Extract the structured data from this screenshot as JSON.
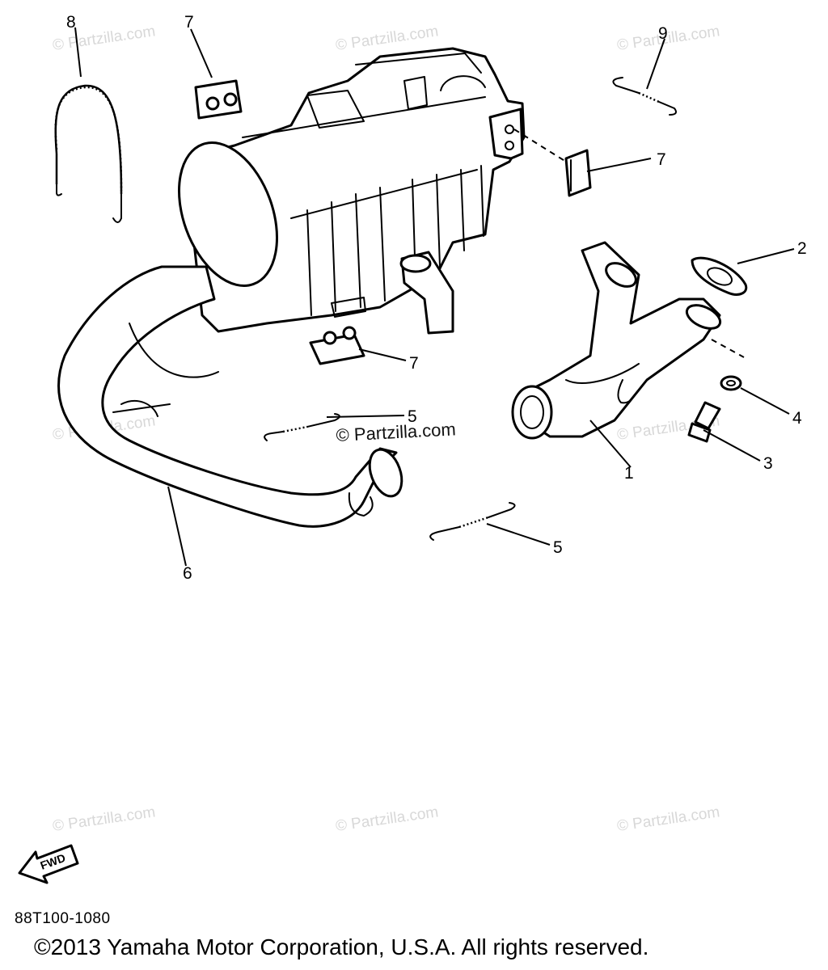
{
  "diagram": {
    "callouts": [
      {
        "id": "c1",
        "label": "1"
      },
      {
        "id": "c2",
        "label": "2"
      },
      {
        "id": "c3",
        "label": "3"
      },
      {
        "id": "c4",
        "label": "4"
      },
      {
        "id": "c5a",
        "label": "5"
      },
      {
        "id": "c5b",
        "label": "5"
      },
      {
        "id": "c6",
        "label": "6"
      },
      {
        "id": "c7a",
        "label": "7"
      },
      {
        "id": "c7b",
        "label": "7"
      },
      {
        "id": "c7c",
        "label": "7"
      },
      {
        "id": "c8",
        "label": "8"
      },
      {
        "id": "c9",
        "label": "9"
      }
    ],
    "watermark_text": "© Partzilla.com",
    "watermark_dark_text": "© Partzilla.com",
    "fwd_label": "FWD",
    "drawing_number": "88T100-1080",
    "copyright": "©2013  Yamaha Motor Corporation, U.S.A. All rights reserved."
  }
}
